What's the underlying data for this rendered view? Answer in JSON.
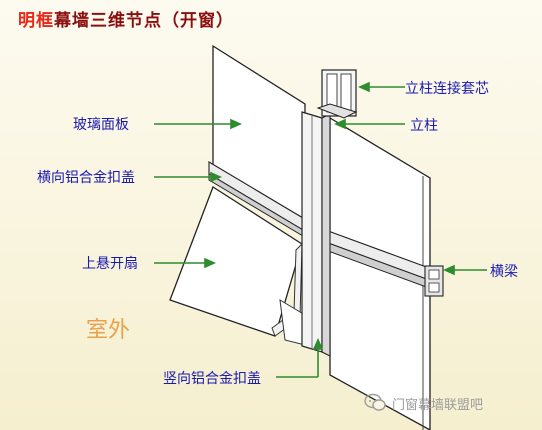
{
  "title": {
    "part1": "明框",
    "part2": "幕墙三维节点（开窗）"
  },
  "labels": {
    "mullion_sleeve": "立柱连接套芯",
    "mullion": "立柱",
    "glass_panel": "玻璃面板",
    "transom_cover": "横向铝合金扣盖",
    "top_hung_sash": "上悬开扇",
    "transom": "横梁",
    "vertical_cover": "竖向铝合金扣盖",
    "outdoor": "室外"
  },
  "watermark": {
    "text": "门窗幕墙联盟吧"
  },
  "colors": {
    "background": "#fbf7e4",
    "title_dark": "#8a0f0f",
    "title_accent": "#e8281a",
    "label_text": "#1a1ab0",
    "leader_line": "#2e8b2e",
    "outdoor_text": "#e7a24b"
  },
  "icons": {
    "leader": "arrow-left-icon",
    "watermark": "chat-bubble-icon"
  }
}
